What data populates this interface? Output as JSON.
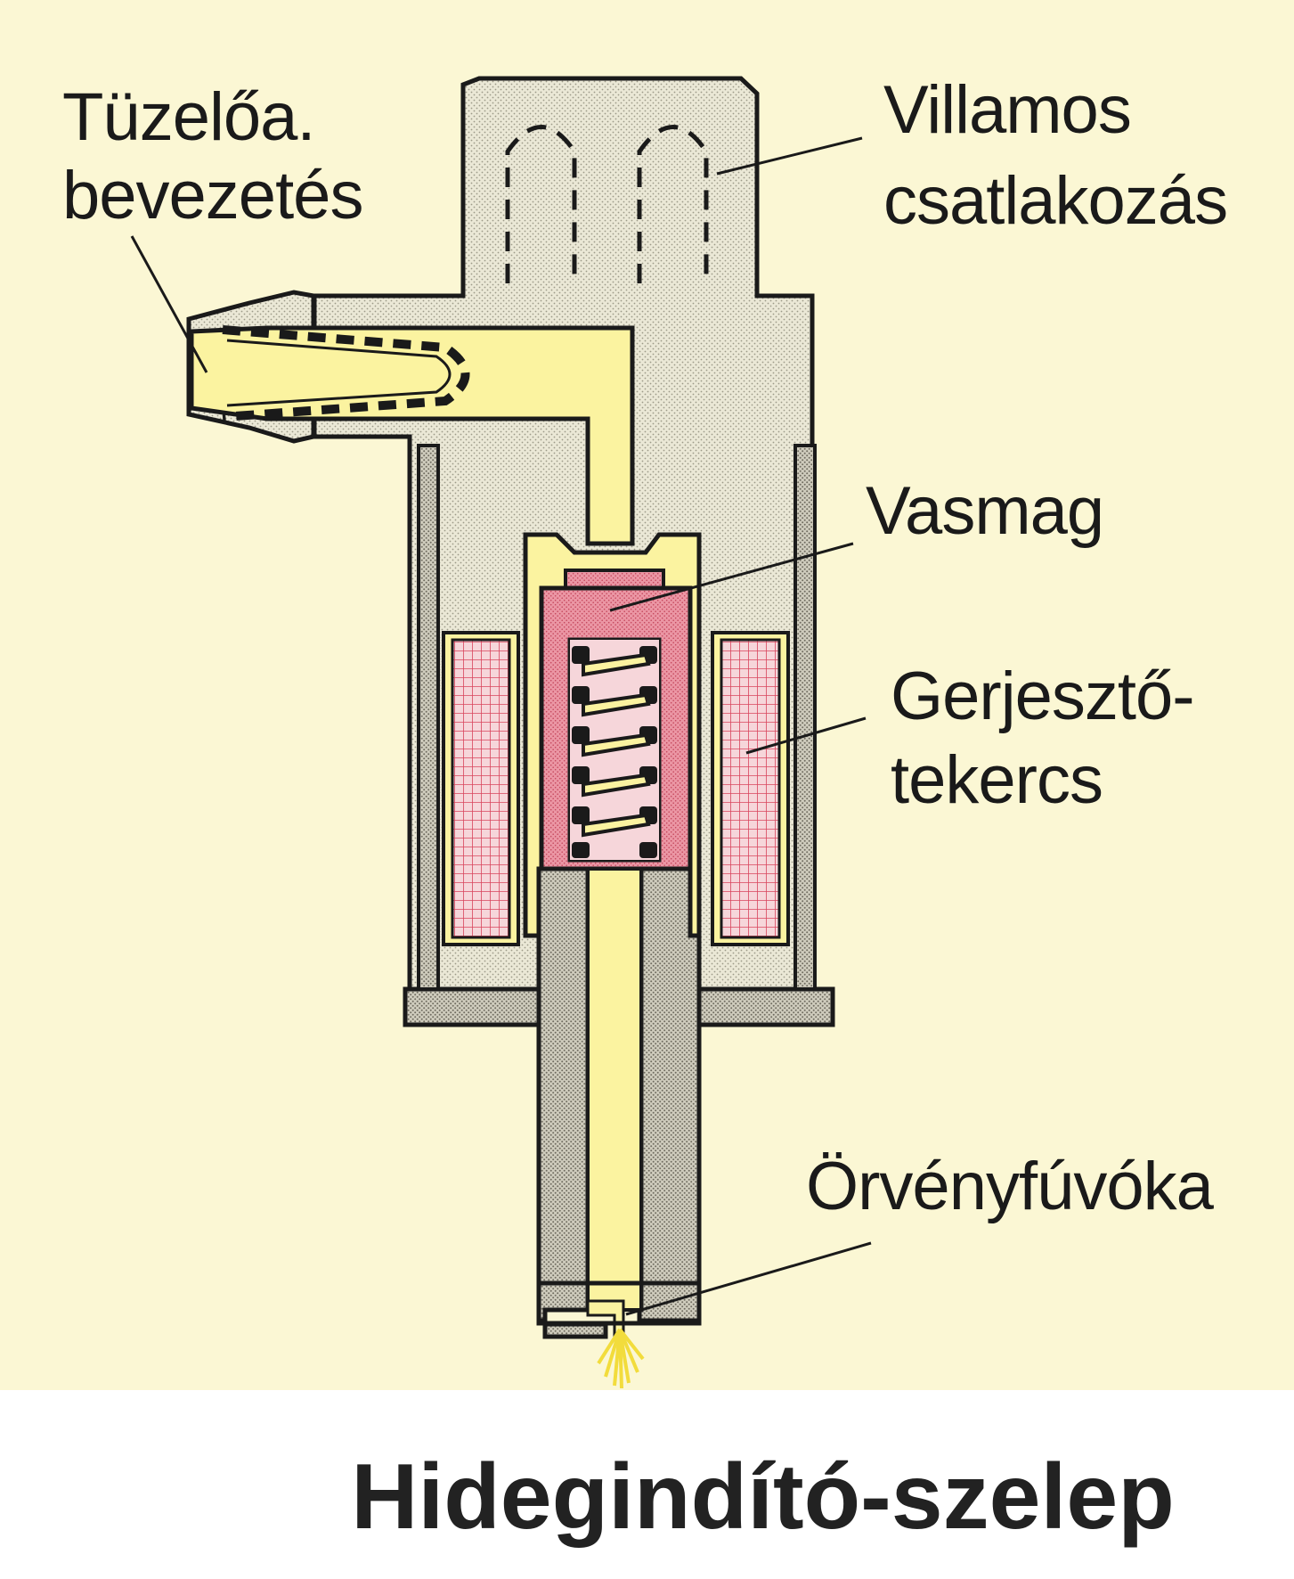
{
  "colors": {
    "background": "#fbf7d4",
    "housing": "#e9e6d4",
    "fuel": "#fbf3a0",
    "core": "#e98a9a",
    "coil": "#f2c6cc",
    "nozzle": "#c9c6b8",
    "outline": "#1a1a1a",
    "spray": "#f2dc3c"
  },
  "labels": {
    "fuel_inlet": [
      "Tüzelőa.",
      "bevezetés"
    ],
    "electrical_connection": [
      "Villamos",
      "csatlakozás"
    ],
    "iron_core": [
      "Vasmag"
    ],
    "excitation_coil": [
      "Gerjesztő-",
      "tekercs"
    ],
    "swirl_nozzle": [
      "Örvényfúvóka"
    ]
  },
  "caption": "Hidegindító-szelep"
}
